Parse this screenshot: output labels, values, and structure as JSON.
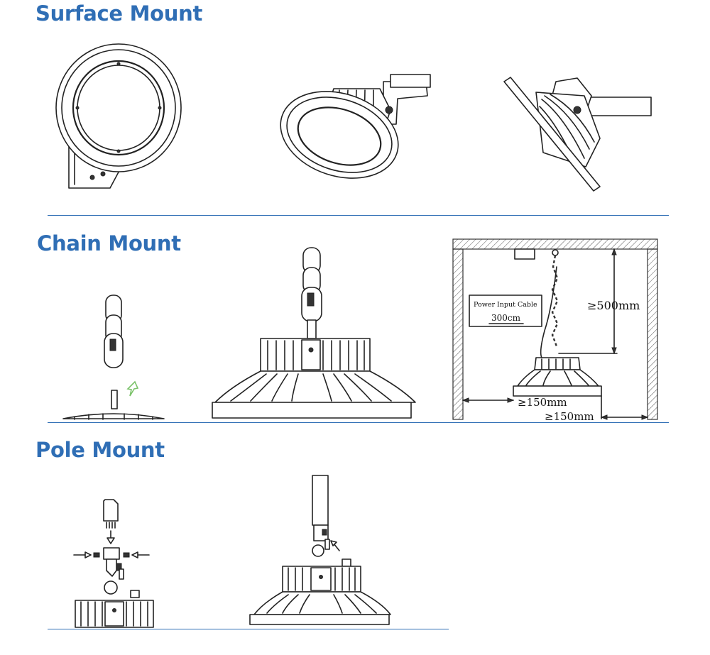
{
  "sections": {
    "surface": {
      "title": "Surface Mount"
    },
    "chain": {
      "title": "Chain Mount"
    },
    "pole": {
      "title": "Pole Mount"
    }
  },
  "chain_diagram": {
    "cable_label": "Power Input Cable",
    "cable_length": "300cm",
    "top_clearance": "≥500mm",
    "side_clearance": "≥150mm",
    "bottom_clearance": "≥150mm"
  },
  "colors": {
    "heading": "#2f6eb5",
    "rule": "#2f6eb5",
    "arrow_green": "#7cc36b"
  }
}
